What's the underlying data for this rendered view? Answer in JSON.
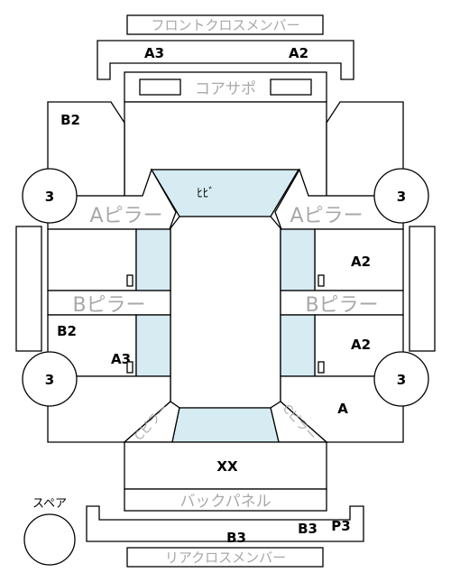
{
  "title": "",
  "panels": {
    "front_cross_member": "フロントクロスメンバー",
    "core_support": "コアサポ",
    "a_pillar": "Aピラー",
    "b_pillar": "Bピラー",
    "c_pillar": "Cピラー",
    "back_panel": "バックパネル",
    "rear_cross_member": "リアクロスメンバー",
    "roof_label": "ﾋﾋﾞ",
    "spare": "スペア"
  },
  "grades": {
    "front_left": "A3",
    "front_right": "A2",
    "left_front_fender": "B2",
    "left_front_wheel": "3",
    "right_front_wheel": "3",
    "right_front_door": "A2",
    "left_rear_door": "B2",
    "left_rear_door_small": "A3",
    "right_rear_door": "A2",
    "left_rear_wheel": "3",
    "right_rear_wheel": "3",
    "right_quarter": "A",
    "trunk": "XX",
    "rear_bumper_b3": "B3",
    "rear_bumper_b3_small": "B3",
    "rear_bumper_p3": "P3"
  }
}
